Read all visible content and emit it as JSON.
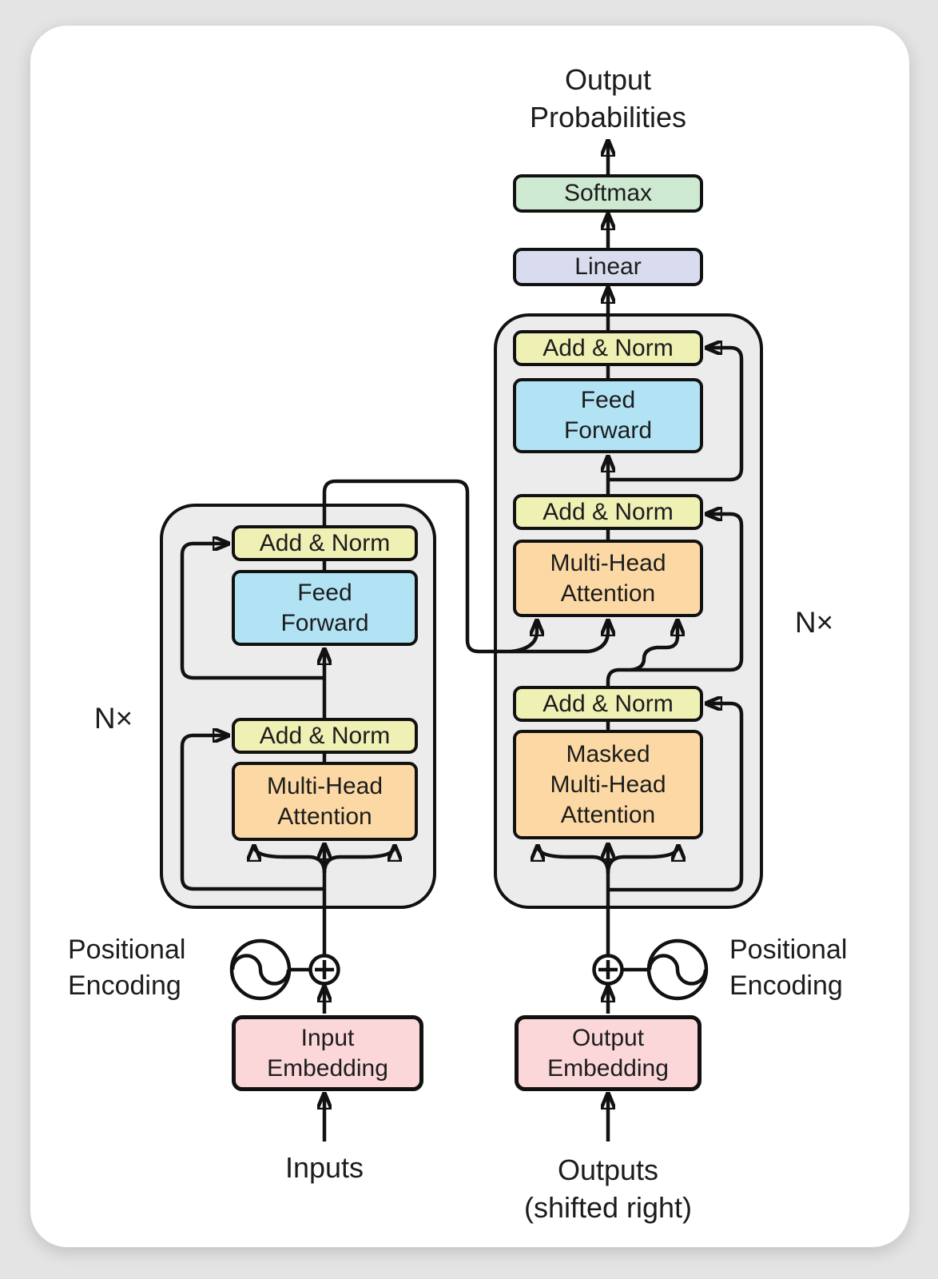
{
  "figure": {
    "description_title": "Transformer model architecture diagram"
  },
  "labels": {
    "output_probabilities": "Output\nProbabilities",
    "softmax": "Softmax",
    "linear": "Linear",
    "add_norm": "Add & Norm",
    "feed_forward": "Feed\nForward",
    "multi_head_attention": "Multi-Head\nAttention",
    "masked_multi_head_attention": "Masked\nMulti-Head\nAttention",
    "input_embedding": "Input\nEmbedding",
    "output_embedding": "Output\nEmbedding",
    "positional_encoding": "Positional\nEncoding",
    "inputs": "Inputs",
    "outputs_shifted_right": "Outputs\n(shifted right)",
    "n_times": "N×"
  },
  "colors": {
    "page_bg": "#e4e4e4",
    "card_bg": "#ffffff",
    "line": "#111111",
    "text": "#1c1c1c",
    "block_bg": "#ececec",
    "softmax": "#cde9d2",
    "linear": "#d8dcee",
    "add_norm": "#eef0b4",
    "feed_forward": "#b2e3f5",
    "attention": "#fcd9a4",
    "embedding": "#fcd7d9"
  }
}
